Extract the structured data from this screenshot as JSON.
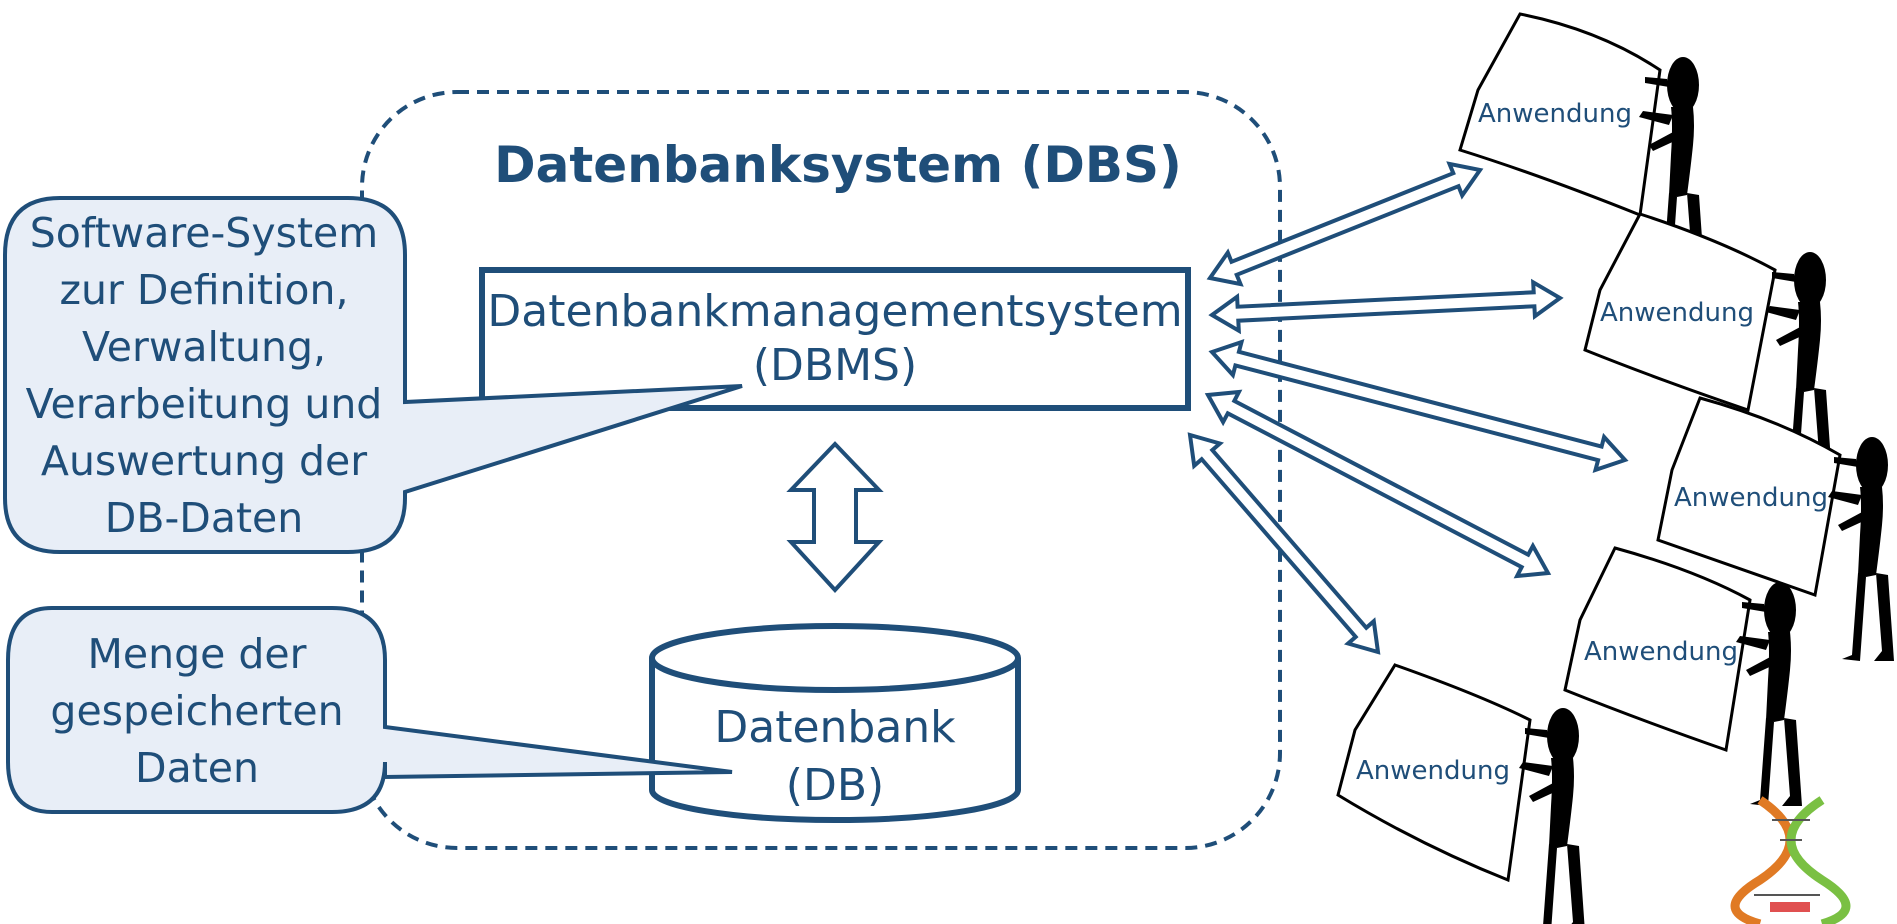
{
  "title": "Datenbanksystem (DBS)",
  "dbms": {
    "line1": "Datenbankmanagementsystem",
    "line2": "(DBMS)"
  },
  "db": {
    "line1": "Datenbank",
    "line2": "(DB)"
  },
  "callout_software": {
    "lines": [
      "Software-System",
      "zur Definition,",
      "Verwaltung,",
      "Verarbeitung und",
      "Auswertung der",
      "DB-Daten"
    ]
  },
  "callout_data": {
    "lines": [
      "Menge der",
      "gespeicherten",
      "Daten"
    ]
  },
  "applications": [
    {
      "label": "Anwendung"
    },
    {
      "label": "Anwendung"
    },
    {
      "label": "Anwendung"
    },
    {
      "label": "Anwendung"
    },
    {
      "label": "Anwendung"
    }
  ],
  "colors": {
    "primary": "#1f4e79",
    "callout_fill": "#e8eef7",
    "figure": "#000000"
  }
}
